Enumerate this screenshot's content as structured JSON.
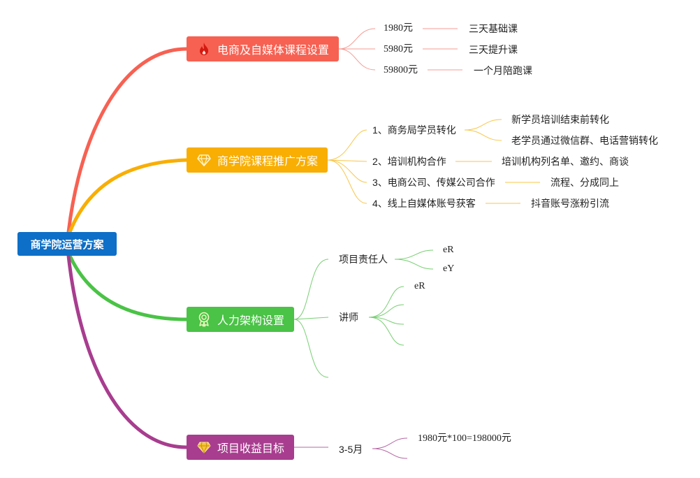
{
  "root": {
    "label": "商学院运营方案"
  },
  "branches": [
    {
      "label": "电商及自媒体课程设置",
      "icon": "fire-icon",
      "color": "#f76152",
      "items": [
        {
          "label": "1980元",
          "detail": "三天基础课"
        },
        {
          "label": "5980元",
          "detail": "三天提升课"
        },
        {
          "label": "59800元",
          "detail": "一个月陪跑课"
        }
      ]
    },
    {
      "label": "商学院课程推广方案",
      "icon": "diamond-icon",
      "color": "#f9ae03",
      "items": [
        {
          "label": "1、商务局学员转化",
          "details": [
            "新学员培训结束前转化",
            "老学员通过微信群、电话营销转化"
          ]
        },
        {
          "label": "2、培训机构合作",
          "detail": "培训机构列名单、邀约、商谈"
        },
        {
          "label": "3、电商公司、传媒公司合作",
          "detail": "流程、分成同上"
        },
        {
          "label": "4、线上自媒体账号获客",
          "detail": "抖音账号涨粉引流"
        }
      ]
    },
    {
      "label": "人力架构设置",
      "icon": "award-icon",
      "color": "#4ac346",
      "items": [
        {
          "label": "项目责任人",
          "details": [
            "eR",
            "eY"
          ]
        },
        {
          "label": "讲师",
          "details": [
            "eR"
          ]
        }
      ]
    },
    {
      "label": "项目收益目标",
      "icon": "diamond-icon",
      "color": "#a83d8f",
      "items": [
        {
          "label": "3-5月",
          "details": [
            "1980元*100=198000元"
          ]
        }
      ]
    }
  ]
}
